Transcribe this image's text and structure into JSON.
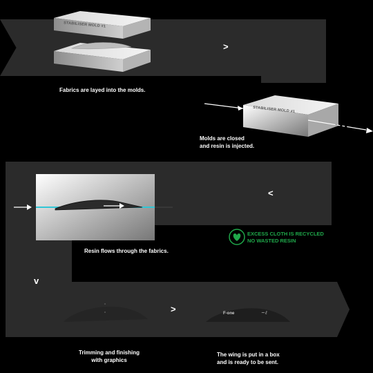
{
  "steps": [
    {
      "caption_lines": [
        "Fabrics are layed into the molds."
      ],
      "mold_label": "STABILISER MOLD #1"
    },
    {
      "caption_lines": [
        "Molds are closed",
        "and resin is injected."
      ],
      "mold_label": "STABILISER MOLD #1"
    },
    {
      "caption_lines": [
        "Resin flows through the fabrics."
      ]
    },
    {
      "caption_lines": [
        "Trimming and finishing",
        "with graphics"
      ]
    },
    {
      "caption_lines": [
        "The wing is put in a box",
        "and is ready to be sent."
      ]
    }
  ],
  "recycle_badge": {
    "lines": [
      "EXCESS CLOTH IS RECYCLED",
      "NO WASTED RESIN"
    ],
    "color": "#1fa84a"
  },
  "arrows": {
    "right": ">",
    "left": "<",
    "down": "v"
  },
  "brand_logo": "F-one",
  "colors": {
    "band": "#2b2b2b",
    "background": "#000000",
    "resin": "#2fc6d6"
  }
}
